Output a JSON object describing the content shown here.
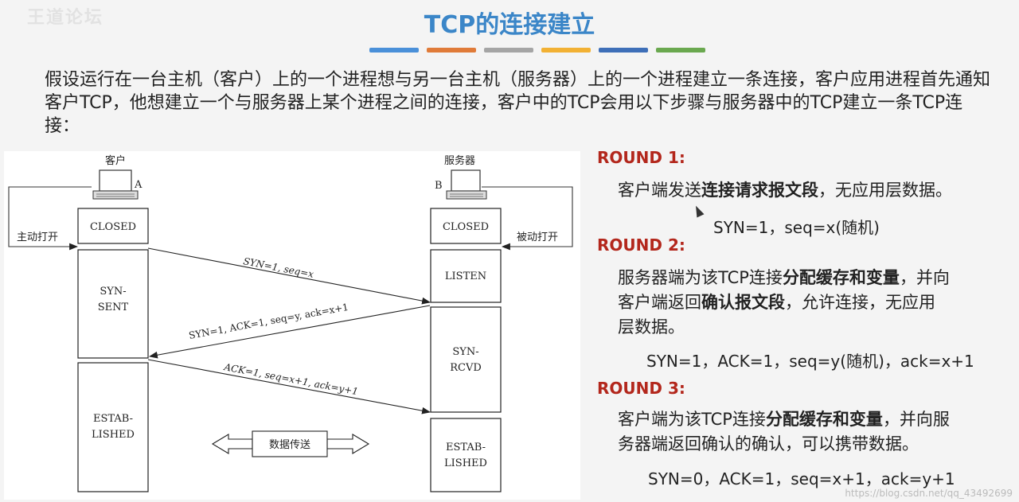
{
  "watermark": "王道论坛",
  "title": "TCP的连接建立",
  "accent_bars": [
    "#4a90d9",
    "#e07b39",
    "#a5a5a5",
    "#f2b134",
    "#3e6fb8",
    "#6aa84f"
  ],
  "intro": "假设运行在一台主机（客户）上的一个进程想与另一台主机（服务器）上的一个进程建立一条连接，客户应用进程首先通知客户TCP，他想建立一个与服务器上某个进程之间的连接，客户中的TCP会用以下步骤与服务器中的TCP建立一条TCP连接：",
  "diagram": {
    "client_label": "客户",
    "server_label": "服务器",
    "client_letter": "A",
    "server_letter": "B",
    "active_open": "主动打开",
    "passive_open": "被动打开",
    "client_states": [
      "CLOSED",
      "SYN-",
      "SENT",
      "ESTAB-",
      "LISHED"
    ],
    "server_states": [
      "CLOSED",
      "LISTEN",
      "SYN-",
      "RCVD",
      "ESTAB-",
      "LISHED"
    ],
    "msg1": "SYN=1, seq=x",
    "msg2": "SYN=1, ACK=1, seq=y, ack=x+1",
    "msg3": "ACK=1, seq=x+1, ack=y+1",
    "data_transfer": "数据传送"
  },
  "rounds": [
    {
      "heading": "ROUND 1:",
      "text_pre": "客户端发送",
      "text_bold": "连接请求报文段",
      "text_post": "，无应用层数据。",
      "formula": "SYN=1，seq=x(随机)"
    },
    {
      "heading": "ROUND 2:",
      "line1_pre": "服务器端为该TCP连接",
      "line1_bold": "分配缓存和变量",
      "line1_post": "，并向",
      "line2_pre": "客户端返回",
      "line2_bold": "确认报文段",
      "line2_post": "，允许连接，无应用",
      "line3": "层数据。",
      "formula": "SYN=1，ACK=1，seq=y(随机)，ack=x+1"
    },
    {
      "heading": "ROUND 3:",
      "line1_pre": "客户端为该TCP连接",
      "line1_bold": "分配缓存和变量",
      "line1_post": "，并向服",
      "line2": "务器端返回确认的确认，可以携带数据。",
      "formula": "SYN=0，ACK=1，seq=x+1，ack=y+1"
    }
  ],
  "credit": "https://blog.csdn.net/qq_43492699"
}
